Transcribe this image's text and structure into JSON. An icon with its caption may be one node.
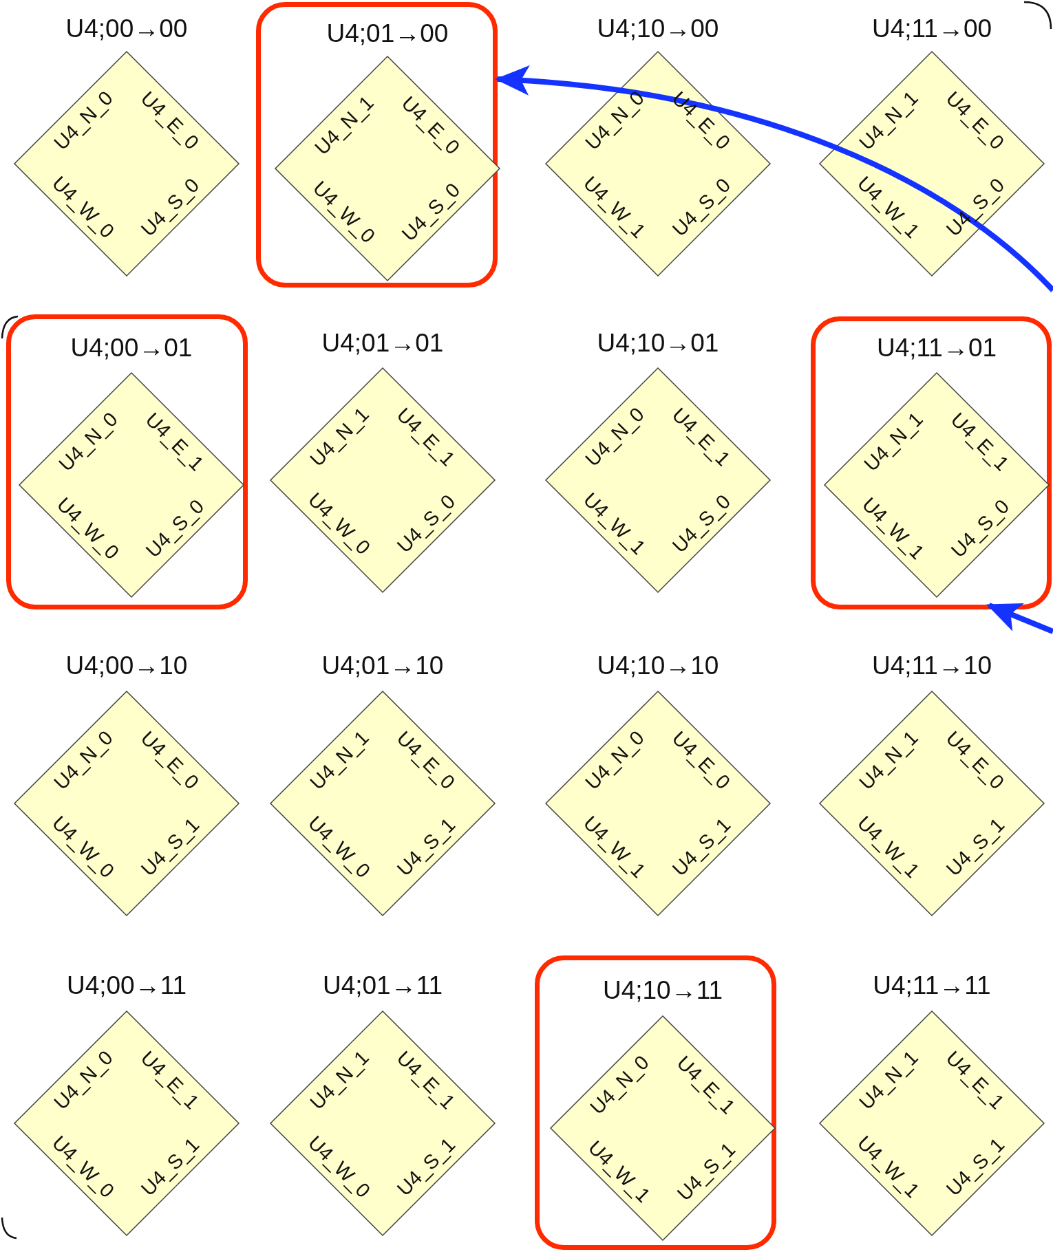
{
  "diagram": {
    "nodes": [
      {
        "text": [
          "U4;00→00",
          "U4_N_0",
          "U4_E_0",
          "U4_W_0",
          "U4_S_0"
        ]
      },
      {
        "text": [],
        "shape": "box"
      },
      {
        "text": [
          "U4;01→00",
          "U4_N_1",
          "U4_E_0",
          "U4_W_0",
          "U4_S_0"
        ],
        "in": 1
      },
      {
        "text": [
          "U4;10→00",
          "U4_N_0",
          "U4_E_0",
          "U4_W_1",
          "U4_S_0"
        ]
      },
      {
        "text": [
          "U4;11→00",
          "U4_N_1",
          "U4_E_0",
          "U4_W_1",
          "U4_S_0"
        ]
      },
      {
        "text": [],
        "shape": "box"
      },
      {
        "text": [
          "U4;00→01",
          "U4_N_0",
          "U4_E_1",
          "U4_W_0",
          "U4_S_0"
        ],
        "in": 5
      },
      {
        "text": [
          "U4;01→01",
          "U4_N_1",
          "U4_E_1",
          "U4_W_0",
          "U4_S_0"
        ]
      },
      {
        "text": [
          "U4;10→01",
          "U4_N_0",
          "U4_E_1",
          "U4_W_1",
          "U4_S_0"
        ]
      },
      {
        "text": [],
        "shape": "box"
      },
      {
        "text": [
          "U4;11→01",
          "U4_N_1",
          "U4_E_1",
          "U4_W_1",
          "U4_S_0"
        ],
        "in": 9
      },
      {
        "text": [
          "U4;00→10",
          "U4_N_0",
          "U4_E_0",
          "U4_W_0",
          "U4_S_1"
        ]
      },
      {
        "text": [
          "U4;01→10",
          "U4_N_1",
          "U4_E_0",
          "U4_W_0",
          "U4_S_1"
        ]
      },
      {
        "text": [
          "U4;10→10",
          "U4_N_0",
          "U4_E_0",
          "U4_W_1",
          "U4_S_1"
        ]
      },
      {
        "text": [
          "U4;11→10",
          "U4_N_1",
          "U4_E_0",
          "U4_W_1",
          "U4_S_1"
        ]
      },
      {
        "text": [
          "U4;00→11",
          "U4_N_0",
          "U4_E_1",
          "U4_W_0",
          "U4_S_1"
        ]
      },
      {
        "text": [
          "U4;01→11",
          "U4_N_1",
          "U4_E_1",
          "U4_W_0",
          "U4_S_1"
        ]
      },
      {
        "text": [],
        "shape": "box"
      },
      {
        "text": [
          "U4;10→11",
          "U4_N_0",
          "U4_E_1",
          "U4_W_1",
          "U4_S_1"
        ],
        "in": 17
      },
      {
        "text": [
          "U4;11→11",
          "U4_N_1",
          "U4_E_1",
          "U4_W_1",
          "U4_S_1"
        ]
      }
    ],
    "edges": [
      {
        "from": null,
        "to": 1,
        "arrow": "to"
      },
      {
        "from": null,
        "to": 9,
        "arrow": "to"
      }
    ]
  }
}
